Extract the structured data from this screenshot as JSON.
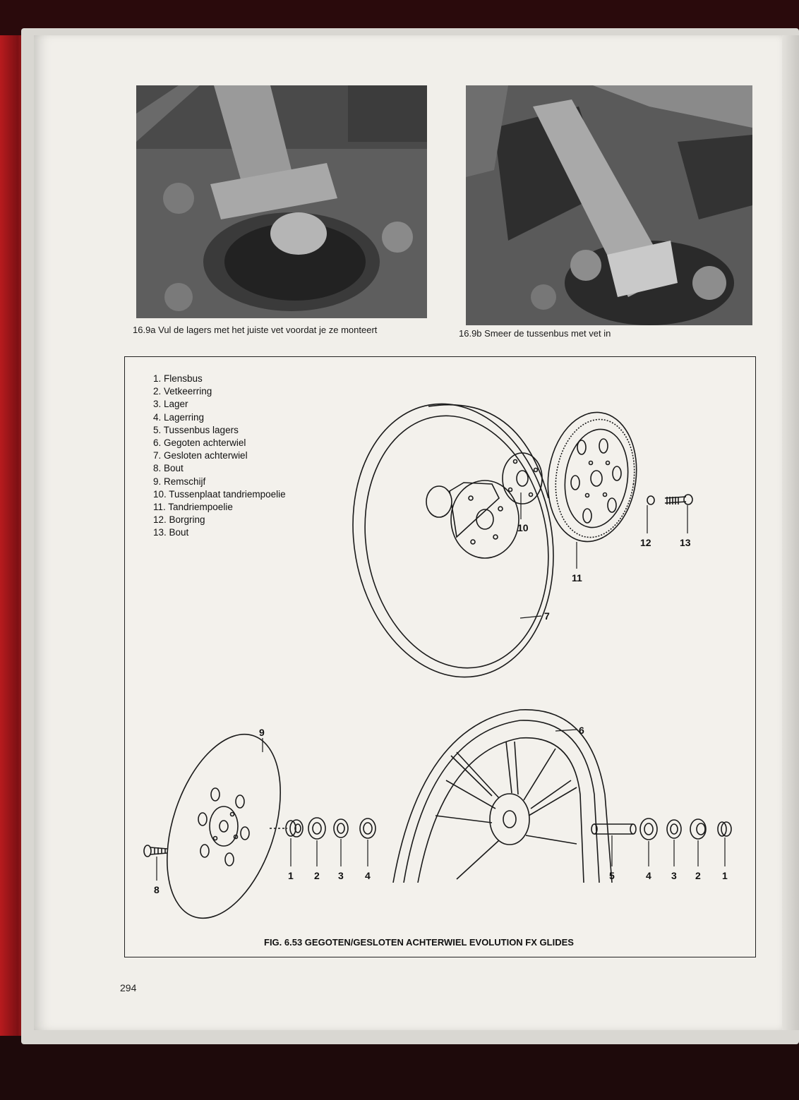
{
  "photos": [
    {
      "caption": "16.9a Vul de lagers met het juiste vet voordat je ze monteert"
    },
    {
      "caption": "16.9b Smeer de tussenbus met vet in"
    }
  ],
  "legend": [
    "1. Flensbus",
    "2. Vetkeerring",
    "3. Lager",
    "4. Lagerring",
    "5. Tussenbus lagers",
    "6. Gegoten achterwiel",
    "7. Gesloten achterwiel",
    "8. Bout",
    "9. Remschijf",
    "10. Tussenplaat tandriempoelie",
    "11. Tandriempoelie",
    "12. Borgring",
    "13. Bout"
  ],
  "callouts": {
    "n1": "1",
    "n2": "2",
    "n3": "3",
    "n4": "4",
    "n5": "5",
    "n6": "6",
    "n7": "7",
    "n8": "8",
    "n9": "9",
    "n10": "10",
    "n11": "11",
    "n12": "12",
    "n13": "13"
  },
  "figure_caption": "FIG. 6.53 GEGOTEN/GESLOTEN ACHTERWIEL EVOLUTION  FX GLIDES",
  "page_number": "294"
}
